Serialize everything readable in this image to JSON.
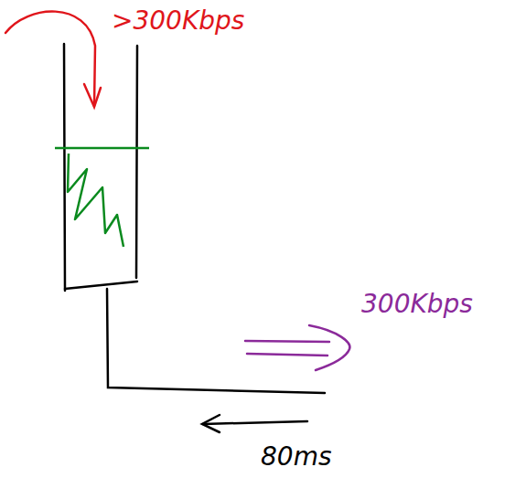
{
  "diagram": {
    "labels": [
      ">300Kbps",
      "300Kbps",
      "80ms"
    ]
  }
}
